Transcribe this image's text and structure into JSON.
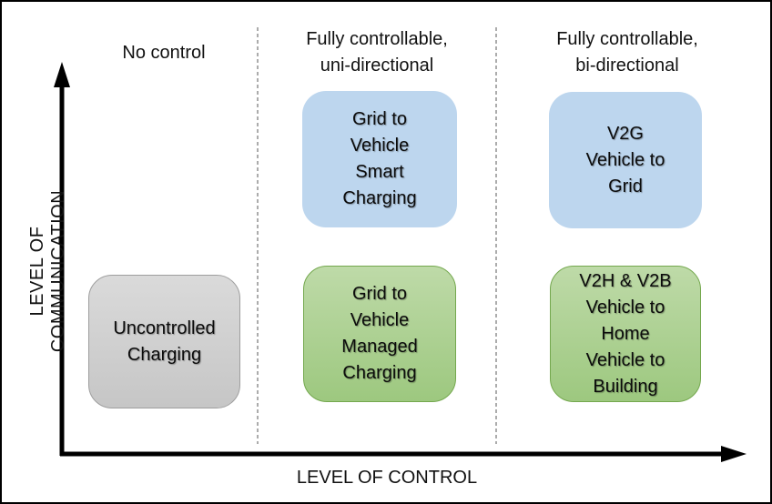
{
  "colors": {
    "blue_fill": "#BDD6EE",
    "green_fill_top": "#BEDAA8",
    "green_fill_bottom": "#9DC87F",
    "green_border": "#74A84E",
    "gray_fill_top": "#DADADA",
    "gray_fill_bottom": "#C6C6C6",
    "gray_border": "#9E9E9E",
    "axis_color": "#000000",
    "divider_color": "#808080"
  },
  "axes": {
    "y_label": "LEVEL OF COMMUNICATION",
    "x_label": "LEVEL OF CONTROL"
  },
  "columns": [
    {
      "id": "no-control",
      "header": "No control"
    },
    {
      "id": "uni-directional",
      "header": "Fully controllable,\nuni-directional"
    },
    {
      "id": "bi-directional",
      "header": "Fully controllable,\nbi-directional"
    }
  ],
  "boxes": [
    {
      "id": "uncontrolled-charging",
      "variant": "gray",
      "label": "Uncontrolled\nCharging"
    },
    {
      "id": "grid-to-vehicle-smart-charging",
      "variant": "blue",
      "label": "Grid to\nVehicle\nSmart\nCharging"
    },
    {
      "id": "vehicle-to-grid",
      "variant": "blue",
      "label": "V2G\nVehicle to\nGrid"
    },
    {
      "id": "grid-to-vehicle-managed-charging",
      "variant": "green",
      "label": "Grid to\nVehicle\nManaged\nCharging"
    },
    {
      "id": "vehicle-to-home-building",
      "variant": "green",
      "label": "V2H & V2B\nVehicle to\nHome\nVehicle to\nBuilding"
    }
  ]
}
